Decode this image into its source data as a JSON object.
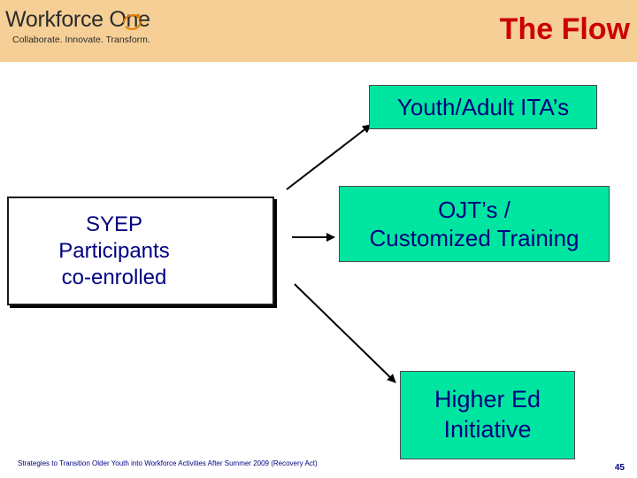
{
  "header": {
    "logo_word": "Workforce One",
    "logo_tagline": "Collaborate.  Innovate.  Transform.",
    "title": "The Flow"
  },
  "diagram": {
    "source": {
      "lines": [
        "SYEP",
        "Participants",
        "co-enrolled"
      ]
    },
    "targets": {
      "ita": {
        "lines": [
          "Youth/Adult ITA’s"
        ]
      },
      "ojt": {
        "lines": [
          "OJT’s /",
          "Customized Training"
        ]
      },
      "higher_ed": {
        "lines": [
          "Higher Ed",
          "Initiative"
        ]
      }
    },
    "colors": {
      "box_fill": "#00e6a0",
      "text": "#000080",
      "arrow": "#000000"
    }
  },
  "footer": {
    "text": "Strategies to Transition Older Youth into Workforce Activities After Summer 2009 (Recovery Act)",
    "page_number": "45"
  }
}
